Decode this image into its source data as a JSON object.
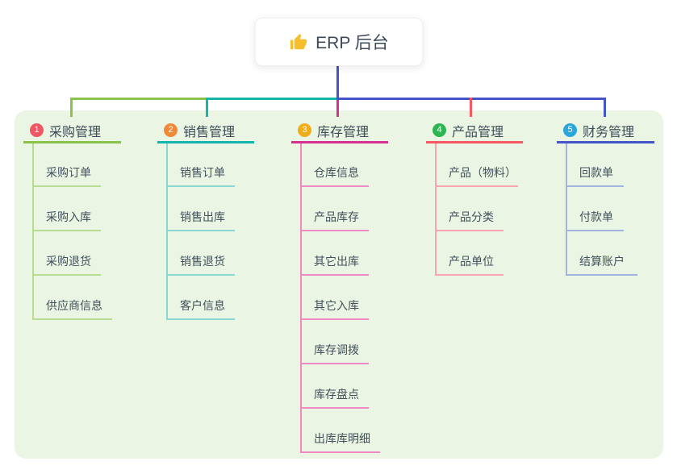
{
  "diagram": {
    "type": "mindmap-org-chart",
    "root": {
      "label": "ERP 后台",
      "icon": "thumbs-up"
    }
  },
  "branches": [
    {
      "index": "1",
      "label": "采购管理",
      "badge_color": "#ef5862",
      "line_color": "#8bc34a",
      "children": [
        "采购订单",
        "采购入库",
        "采购退货",
        "供应商信息"
      ]
    },
    {
      "index": "2",
      "label": "销售管理",
      "badge_color": "#f0883a",
      "line_color": "#14b5ae",
      "children": [
        "销售订单",
        "销售出库",
        "销售退货",
        "客户信息"
      ]
    },
    {
      "index": "3",
      "label": "库存管理",
      "badge_color": "#f0ad1a",
      "line_color": "#d62f92",
      "children": [
        "仓库信息",
        "产品库存",
        "其它出库",
        "其它入库",
        "库存调拨",
        "库存盘点",
        "出库库明细"
      ]
    },
    {
      "index": "4",
      "label": "产品管理",
      "badge_color": "#2db554",
      "line_color": "#f65964",
      "children": [
        "产品（物料）",
        "产品分类",
        "产品单位"
      ]
    },
    {
      "index": "5",
      "label": "财务管理",
      "badge_color": "#29a6dc",
      "line_color": "#4355c8",
      "children": [
        "回款单",
        "付款单",
        "结算账户"
      ]
    }
  ],
  "colors": {
    "canvas_background": "#ffffff",
    "panel_background": "#eaf6e3",
    "root_connector": "#4355c8",
    "thumb_icon": "#f6c02d",
    "text": "#3c4858",
    "child_line_tints": [
      "#b9dc95",
      "#8bd7d1",
      "#ef8ac2",
      "#f9a4ae",
      "#a3b3de"
    ]
  }
}
